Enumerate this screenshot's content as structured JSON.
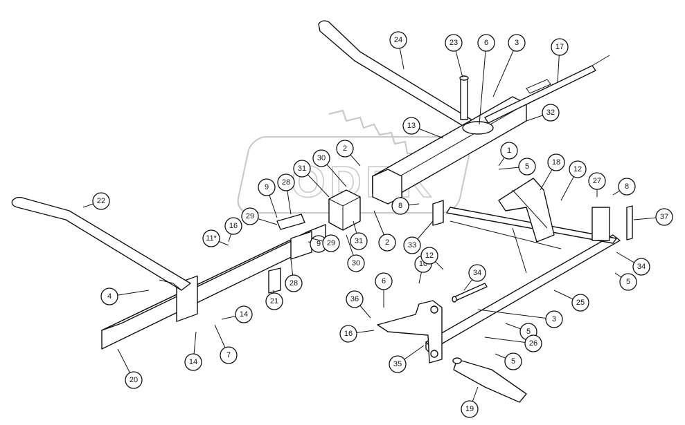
{
  "watermark": "ODEK",
  "callouts": [
    "24",
    "23",
    "6",
    "3",
    "17",
    "32",
    "13",
    "1",
    "5",
    "18",
    "12",
    "27",
    "8",
    "37",
    "34",
    "5",
    "25",
    "3",
    "5",
    "26",
    "5",
    "19",
    "36",
    "16",
    "35",
    "6",
    "10",
    "12",
    "34",
    "2",
    "30",
    "31",
    "8",
    "33",
    "2",
    "31",
    "30",
    "9",
    "28",
    "29",
    "9",
    "29",
    "28",
    "21",
    "16",
    "11*",
    "22",
    "4",
    "14",
    "7",
    "14",
    "20"
  ]
}
